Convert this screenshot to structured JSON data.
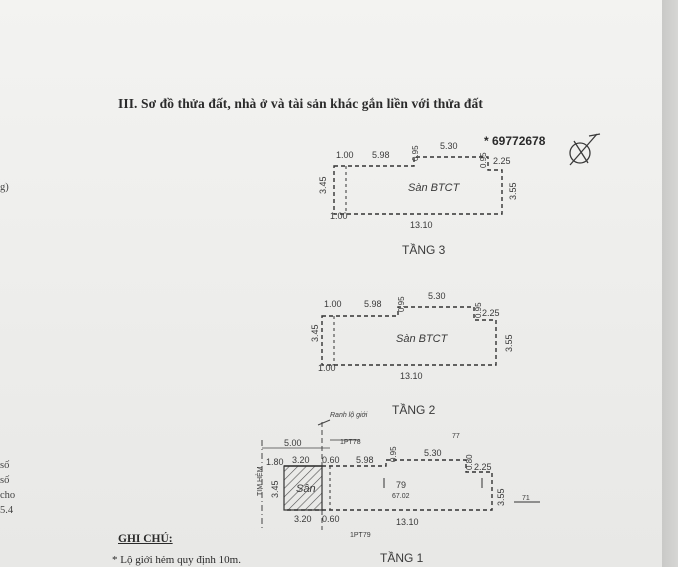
{
  "document": {
    "heading": "III. Sơ đồ thửa đất, nhà ở và tài sản khác gắn liền với thửa đất",
    "serial": "* 69772678",
    "margin_texts": [
      "g)",
      "số",
      "số",
      "cho",
      "5.4"
    ],
    "notes": {
      "title": "GHI CHÚ:",
      "line1": "* Lộ giới hẻm quy định 10m."
    }
  },
  "floor3": {
    "label": "TẦNG 3",
    "slab": "Sàn BTCT",
    "dims": {
      "top_left": "1.00",
      "top_mid": "5.98",
      "top_step": "0.95",
      "top_right": "5.30",
      "top_step2": "0.95",
      "right_top": "2.25",
      "left_side": "3.45",
      "right_side": "3.55",
      "bottom_left": "1.00",
      "bottom": "13.10"
    }
  },
  "floor2": {
    "label": "TẦNG 2",
    "slab": "Sàn BTCT",
    "dims": {
      "top_left": "1.00",
      "top_mid": "5.98",
      "top_step": "0.95",
      "top_right": "5.30",
      "top_step2": "0.95",
      "right_top": "2.25",
      "left_side": "3.45",
      "right_side": "3.55",
      "bottom_left": "1.00",
      "bottom": "13.10"
    }
  },
  "floor1": {
    "label": "TẦNG 1",
    "boundary": "Ranh lộ giới",
    "alley": "TIM HẺM",
    "yard": "Sân",
    "parcel_top": "1PT78",
    "parcel_bottom": "1PT79",
    "plot_number": "79",
    "plot_area": "67.02",
    "neighbor_top": "77",
    "neighbor_right": "71",
    "dims": {
      "setback": "5.00",
      "left_small": "1.80",
      "yard_w": "3.20",
      "gap": "0.60",
      "top_mid": "5.98",
      "top_step": "0.95",
      "top_right": "5.30",
      "top_step2": "0.80",
      "right_top": "2.25",
      "left_side": "3.45",
      "right_side": "3.55",
      "bottom_yard": "3.20",
      "bottom_gap": "0.60",
      "bottom": "13.10"
    }
  }
}
